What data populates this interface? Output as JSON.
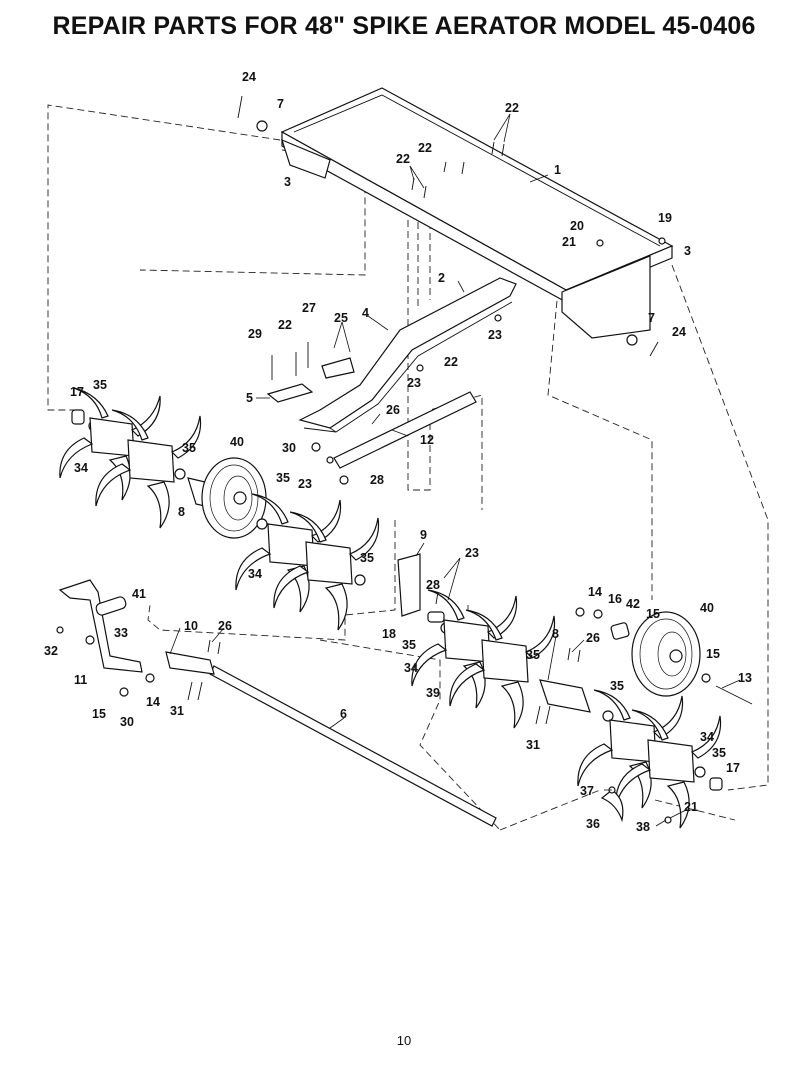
{
  "page": {
    "title": "REPAIR PARTS FOR 48\" SPIKE AERATOR MODEL 45-0406",
    "page_number": "10"
  },
  "callouts": {
    "c1": "1",
    "c2": "2",
    "c3a": "3",
    "c3b": "3",
    "c4": "4",
    "c5": "5",
    "c6": "6",
    "c7a": "7",
    "c7b": "7",
    "c8a": "8",
    "c8b": "8",
    "c9": "9",
    "c10": "10",
    "c11": "11",
    "c12": "12",
    "c13": "13",
    "c14a": "14",
    "c14b": "14",
    "c15a": "15",
    "c15b": "15",
    "c15c": "15",
    "c16": "16",
    "c17a": "17",
    "c17b": "17",
    "c18": "18",
    "c19": "19",
    "c20": "20",
    "c21a": "21",
    "c21b": "21",
    "c22a": "22",
    "c22b": "22",
    "c22c": "22",
    "c22d": "22",
    "c22e": "22",
    "c23a": "23",
    "c23b": "23",
    "c23c": "23",
    "c23d": "23",
    "c24a": "24",
    "c24b": "24",
    "c25": "25",
    "c26a": "26",
    "c26b": "26",
    "c26c": "26",
    "c27": "27",
    "c28a": "28",
    "c28b": "28",
    "c29": "29",
    "c30a": "30",
    "c30b": "30",
    "c31a": "31",
    "c31b": "31",
    "c32": "32",
    "c33": "33",
    "c34a": "34",
    "c34b": "34",
    "c34c": "34",
    "c34d": "34",
    "c35a": "35",
    "c35b": "35",
    "c35c": "35",
    "c35d": "35",
    "c35e": "35",
    "c35f": "35",
    "c35g": "35",
    "c35h": "35",
    "c36": "36",
    "c37": "37",
    "c38": "38",
    "c39": "39",
    "c40a": "40",
    "c40b": "40",
    "c41": "41",
    "c42": "42"
  }
}
